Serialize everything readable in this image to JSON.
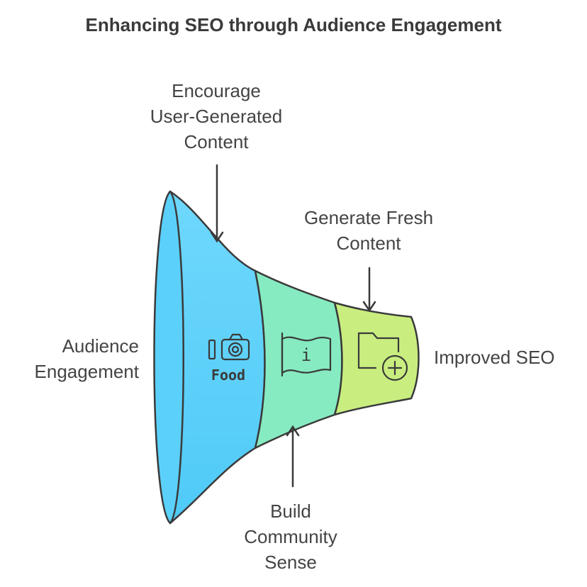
{
  "diagram": {
    "title": "Enhancing SEO through Audience Engagement",
    "labels": {
      "encourage_ugc": [
        "Encourage",
        "User-Generated",
        "Content"
      ],
      "generate_fresh": [
        "Generate Fresh",
        "Content"
      ],
      "audience_engagement": [
        "Audience",
        "Engagement"
      ],
      "improved_seo": "Improved SEO",
      "build_community": [
        "Build",
        "Community",
        "Sense"
      ]
    },
    "icon_text": {
      "food": "Food",
      "info": "i"
    },
    "icons": [
      "camera-icon",
      "info-flag-icon",
      "folder-add-icon"
    ],
    "colors": {
      "segment_blue": "#5fd3fb",
      "segment_green": "#86ebc0",
      "segment_lime": "#c9ee7f",
      "stroke": "#3a3a3a"
    }
  }
}
